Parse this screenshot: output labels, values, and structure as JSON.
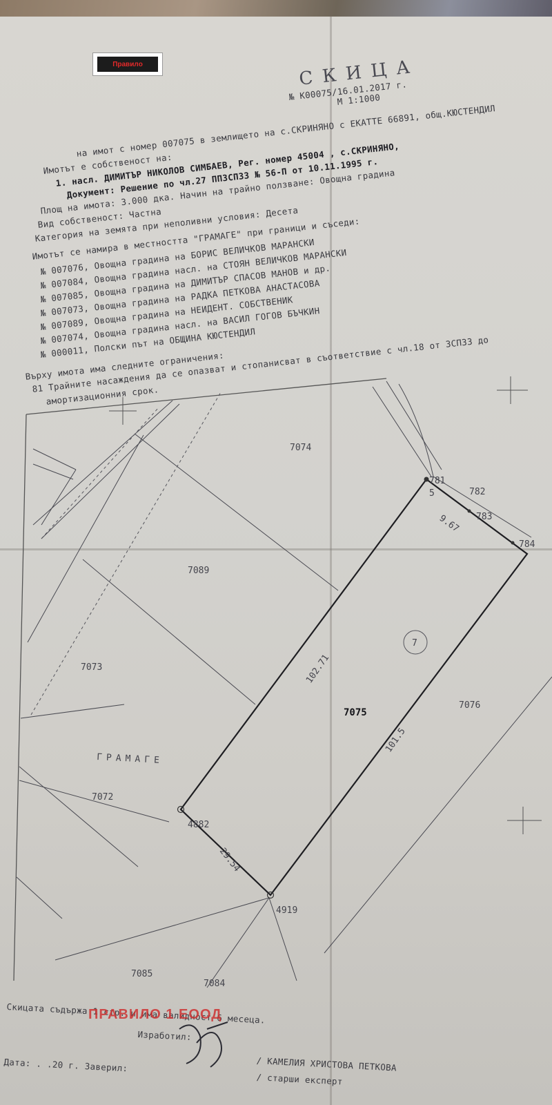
{
  "document": {
    "title": "СКИЦА",
    "ref_number": "№ К00075/16.01.2017 г.",
    "scale": "М 1:1000",
    "intro": "на имот с номер 007075 в землището на с.СКРИНЯНО с ЕКАТТЕ 66891, общ.КЮСТЕНДИЛ",
    "owner_header": "Имотът е собственост на:",
    "owner_line": "1. насл. ДИМИТЪР НИКОЛОВ СИМБАЕВ, Рег. номер 45004 , с.СКРИНЯНО,",
    "document_line": "Документ: Решение по чл.27 ППЗСПЗЗ № 56-П от 10.11.1995 г.",
    "area_line": "Площ на имота: 3.000 дка. Начин на трайно ползване: Овощна градина",
    "ownership_type": "Вид собственост: Частна",
    "land_category": "Категория на земята при неполивни условия: Десета",
    "location_line": "Имотът се намира в местността \"ГРАМАГЕ\" при граници и съседи:",
    "neighbors": [
      "№ 007076, Овощна градина           на  БОРИС ВЕЛИЧКОВ МАРАНСКИ",
      "№ 007084, Овощна градина     насл. на  СТОЯН ВЕЛИЧКОВ МАРАНСКИ",
      "№ 007085, Овощна градина           на  ДИМИТЪР СПАСОВ МАНОВ и др.",
      "№ 007073, Овощна градина           на  РАДКА ПЕТКОВА АНАСТАСОВА",
      "№ 007089, Овощна градина           на  НЕИДЕНТ. СОБСТВЕНИК",
      "№ 007074, Овощна градина     насл. на  ВАСИЛ ГОГОВ БЪЧКИН",
      "№ 000011, Полски път               на  ОБЩИНА КЮСТЕНДИЛ"
    ],
    "restrictions_header": "Върху имота има следните ограничения:",
    "restriction_1": "81 Трайните насаждения да се опазват и стопанисват в съответствие с чл.18 от ЗСПЗЗ до",
    "restriction_2": "амортизационния срок.",
    "footer_validity": "Скицата съдържа 1 стр. и има валидност 6 месеца.",
    "footer_prepared": "Изработил:",
    "footer_date": "Дата:  .  .20    г. Заверил:",
    "footer_name": "/ КАМЕЛИЯ ХРИСТОВА ПЕТКОВА",
    "footer_role": "/ старши експерт"
  },
  "map": {
    "parcel_main": "7075",
    "parcels": [
      "7074",
      "7089",
      "7073",
      "7072",
      "7076",
      "7085",
      "7084"
    ],
    "area_name": "ГРАМАГЕ",
    "circle_label": "7",
    "points": [
      "4882",
      "4919",
      "781",
      "782",
      "783",
      "784"
    ],
    "lengths": [
      "102.71",
      "101.5",
      "29.54",
      "9.67",
      "5"
    ]
  },
  "logo_text": "Правилo",
  "watermark_text": "ПРАВИЛО 1 ЕООД",
  "colors": {
    "paper": "#d5d3ce",
    "ink": "#3a3a40",
    "watermark": "#cd3232"
  }
}
